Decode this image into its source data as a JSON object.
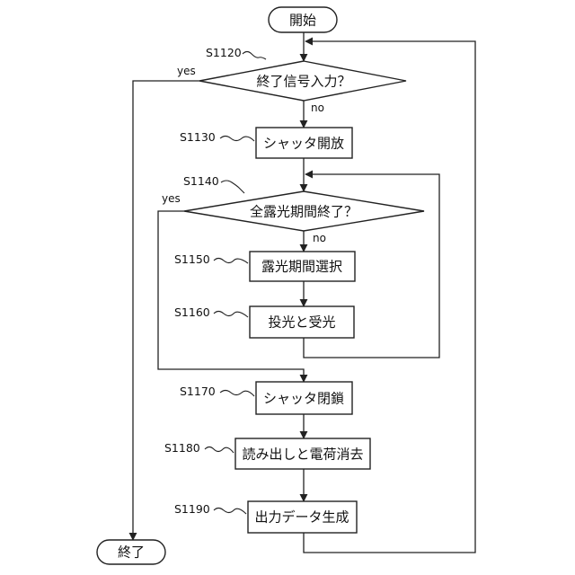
{
  "terminals": {
    "start": "開始",
    "end": "終了"
  },
  "decisions": {
    "end_signal": "終了信号入力？",
    "all_exposure": "全露光期間終了？"
  },
  "processes": {
    "shutter_open": "シャッタ開放",
    "select_exposure": "露光期間選択",
    "project_receive": "投光と受光",
    "shutter_close": "シャッタ閉鎖",
    "read_erase": "読み出しと電荷消去",
    "output_data": "出力データ生成"
  },
  "steps": {
    "s1120": "S1120",
    "s1130": "S1130",
    "s1140": "S1140",
    "s1150": "S1150",
    "s1160": "S1160",
    "s1170": "S1170",
    "s1180": "S1180",
    "s1190": "S1190"
  },
  "branch_labels": {
    "yes": "yes",
    "no": "no"
  }
}
